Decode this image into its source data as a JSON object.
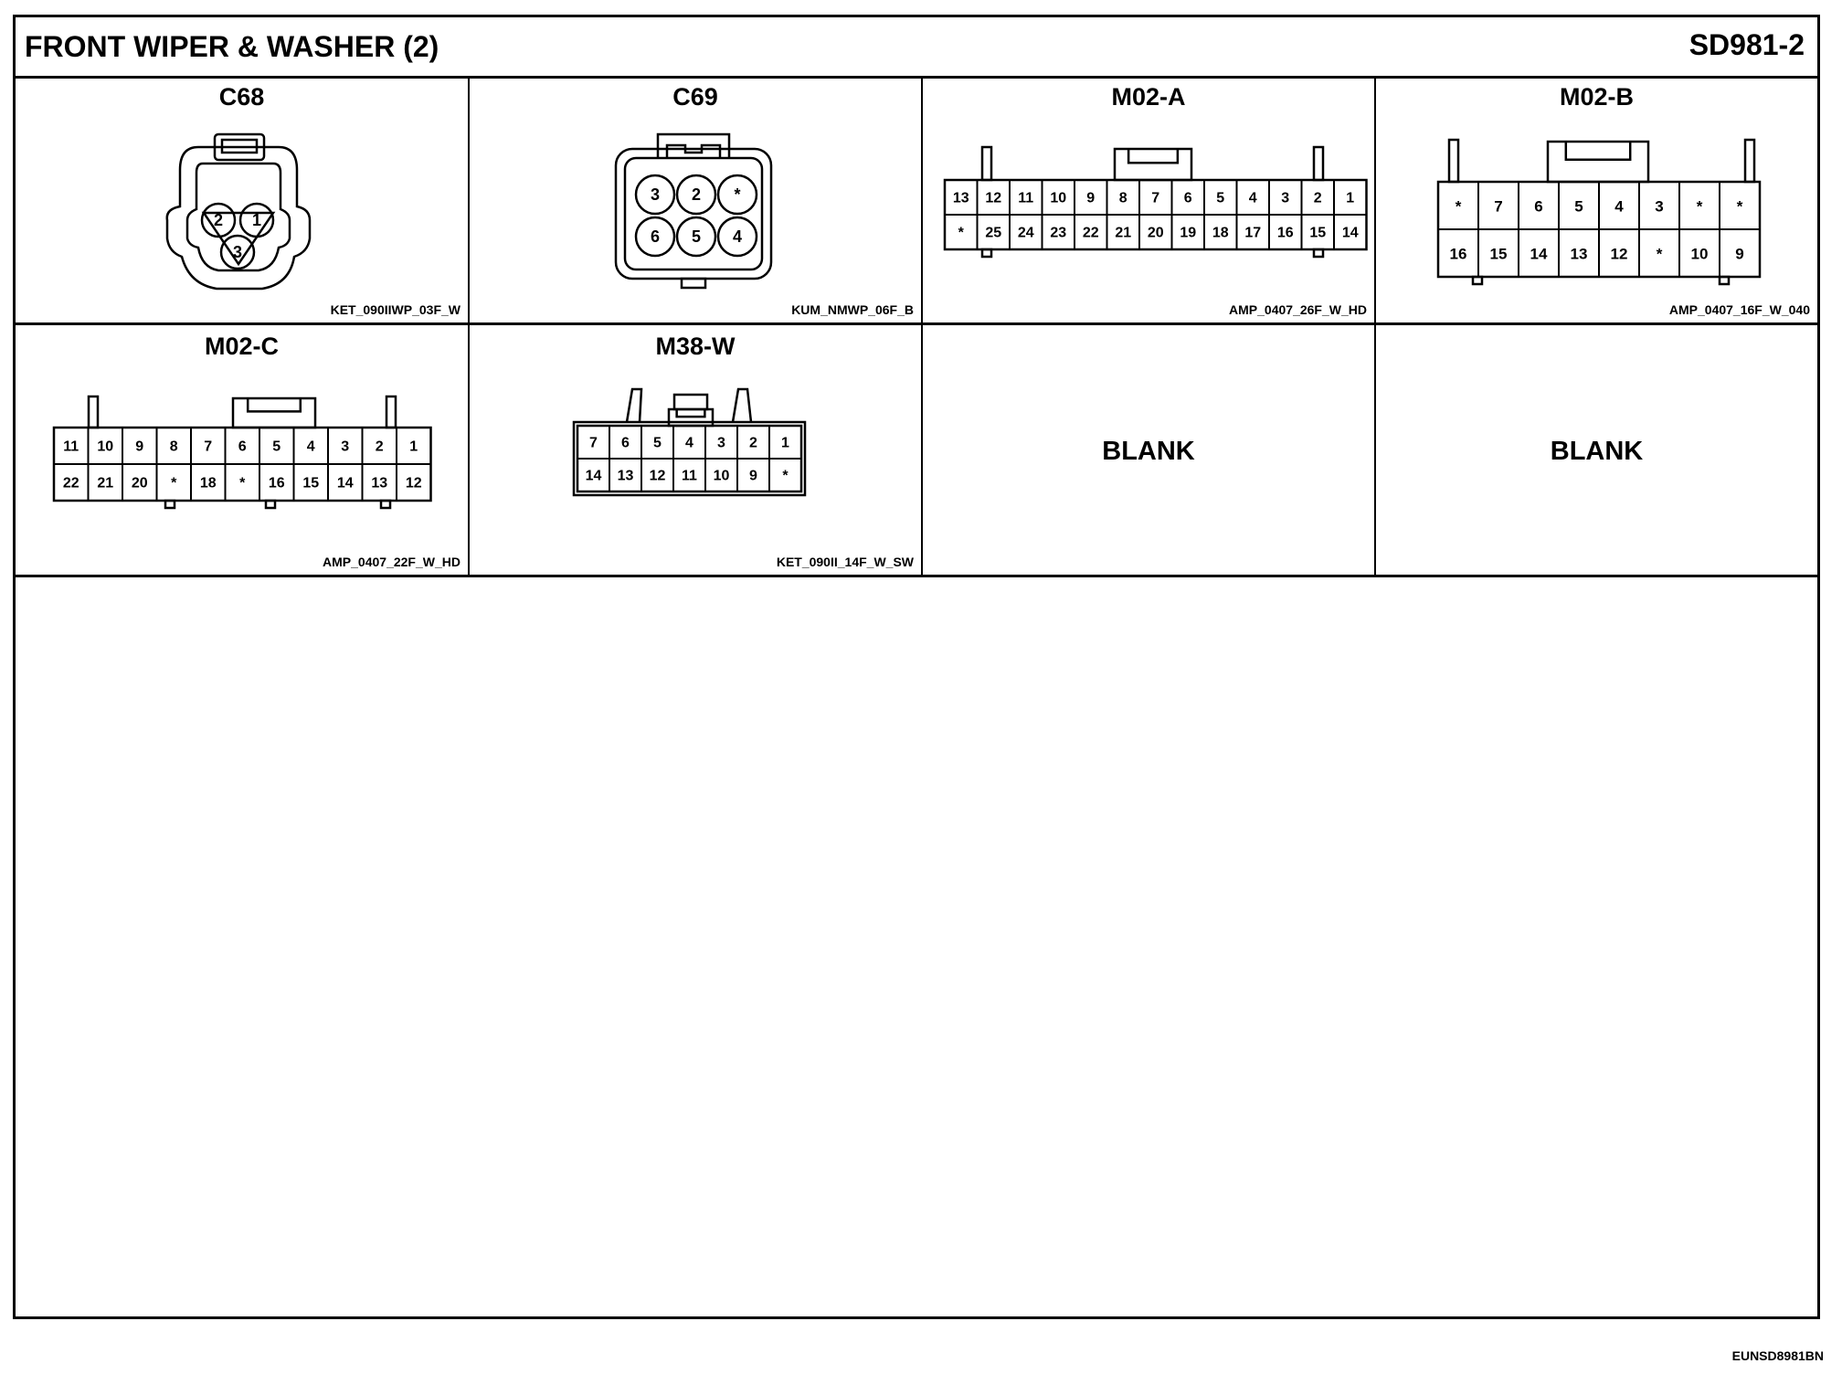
{
  "header": {
    "title": "FRONT WIPER & WASHER (2)",
    "code": "SD981-2"
  },
  "footer": {
    "ref": "EUNSD8981BN"
  },
  "connectors": [
    {
      "label": "C68",
      "part": "KET_090IIWP_03F_W",
      "pins": [
        "2",
        "1",
        "3"
      ]
    },
    {
      "label": "C69",
      "part": "KUM_NMWP_06F_B",
      "rows": [
        [
          "3",
          "2",
          "*"
        ],
        [
          "6",
          "5",
          "4"
        ]
      ]
    },
    {
      "label": "M02-A",
      "part": "AMP_0407_26F_W_HD",
      "rows": [
        [
          "13",
          "12",
          "11",
          "10",
          "9",
          "8",
          "7",
          "6",
          "5",
          "4",
          "3",
          "2",
          "1"
        ],
        [
          "*",
          "25",
          "24",
          "23",
          "22",
          "21",
          "20",
          "19",
          "18",
          "17",
          "16",
          "15",
          "14"
        ]
      ]
    },
    {
      "label": "M02-B",
      "part": "AMP_0407_16F_W_040",
      "rows": [
        [
          "*",
          "7",
          "6",
          "5",
          "4",
          "3",
          "*",
          "*"
        ],
        [
          "16",
          "15",
          "14",
          "13",
          "12",
          "*",
          "10",
          "9"
        ]
      ]
    },
    {
      "label": "M02-C",
      "part": "AMP_0407_22F_W_HD",
      "rows": [
        [
          "11",
          "10",
          "9",
          "8",
          "7",
          "6",
          "5",
          "4",
          "3",
          "2",
          "1"
        ],
        [
          "22",
          "21",
          "20",
          "*",
          "18",
          "*",
          "16",
          "15",
          "14",
          "13",
          "12"
        ]
      ]
    },
    {
      "label": "M38-W",
      "part": "KET_090II_14F_W_SW",
      "rows": [
        [
          "7",
          "6",
          "5",
          "4",
          "3",
          "2",
          "1"
        ],
        [
          "14",
          "13",
          "12",
          "11",
          "10",
          "9",
          "*"
        ]
      ]
    }
  ],
  "blanks": [
    "BLANK",
    "BLANK"
  ]
}
